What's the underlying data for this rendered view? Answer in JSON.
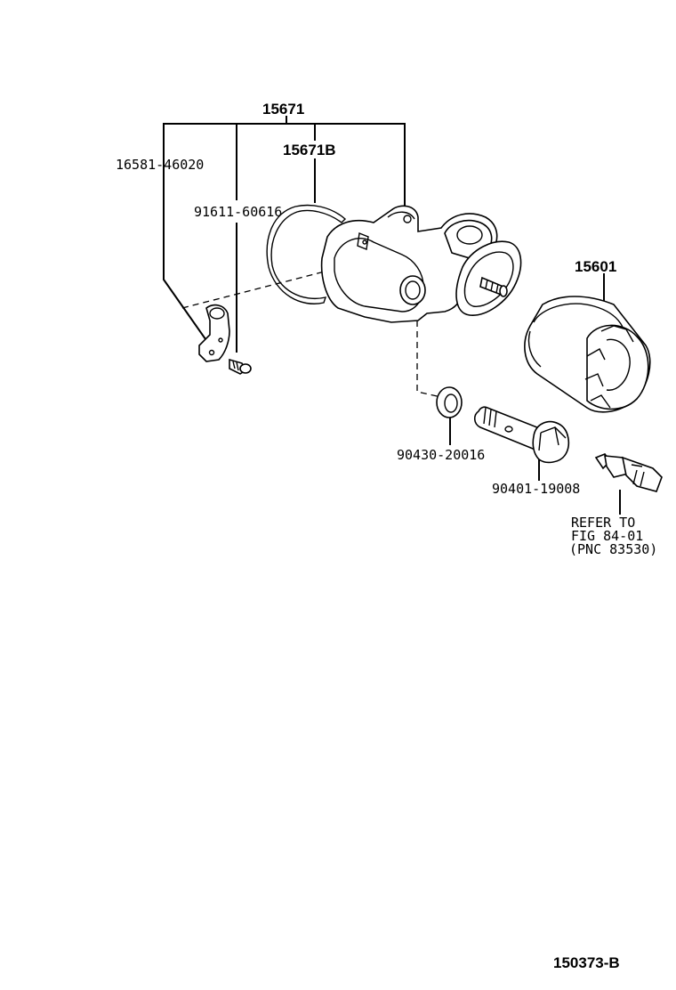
{
  "callouts": {
    "assembly": "15671",
    "gasket": "15671B",
    "bracket": "16581-46020",
    "bolt_small": "91611-60616",
    "oil_filter": "15601",
    "washer": "90430-20016",
    "union_bolt": "90401-19008",
    "refer_line1": "REFER TO",
    "refer_line2": "FIG 84-01",
    "refer_line3": "(PNC 83530)"
  },
  "figure_code": "150373-B"
}
